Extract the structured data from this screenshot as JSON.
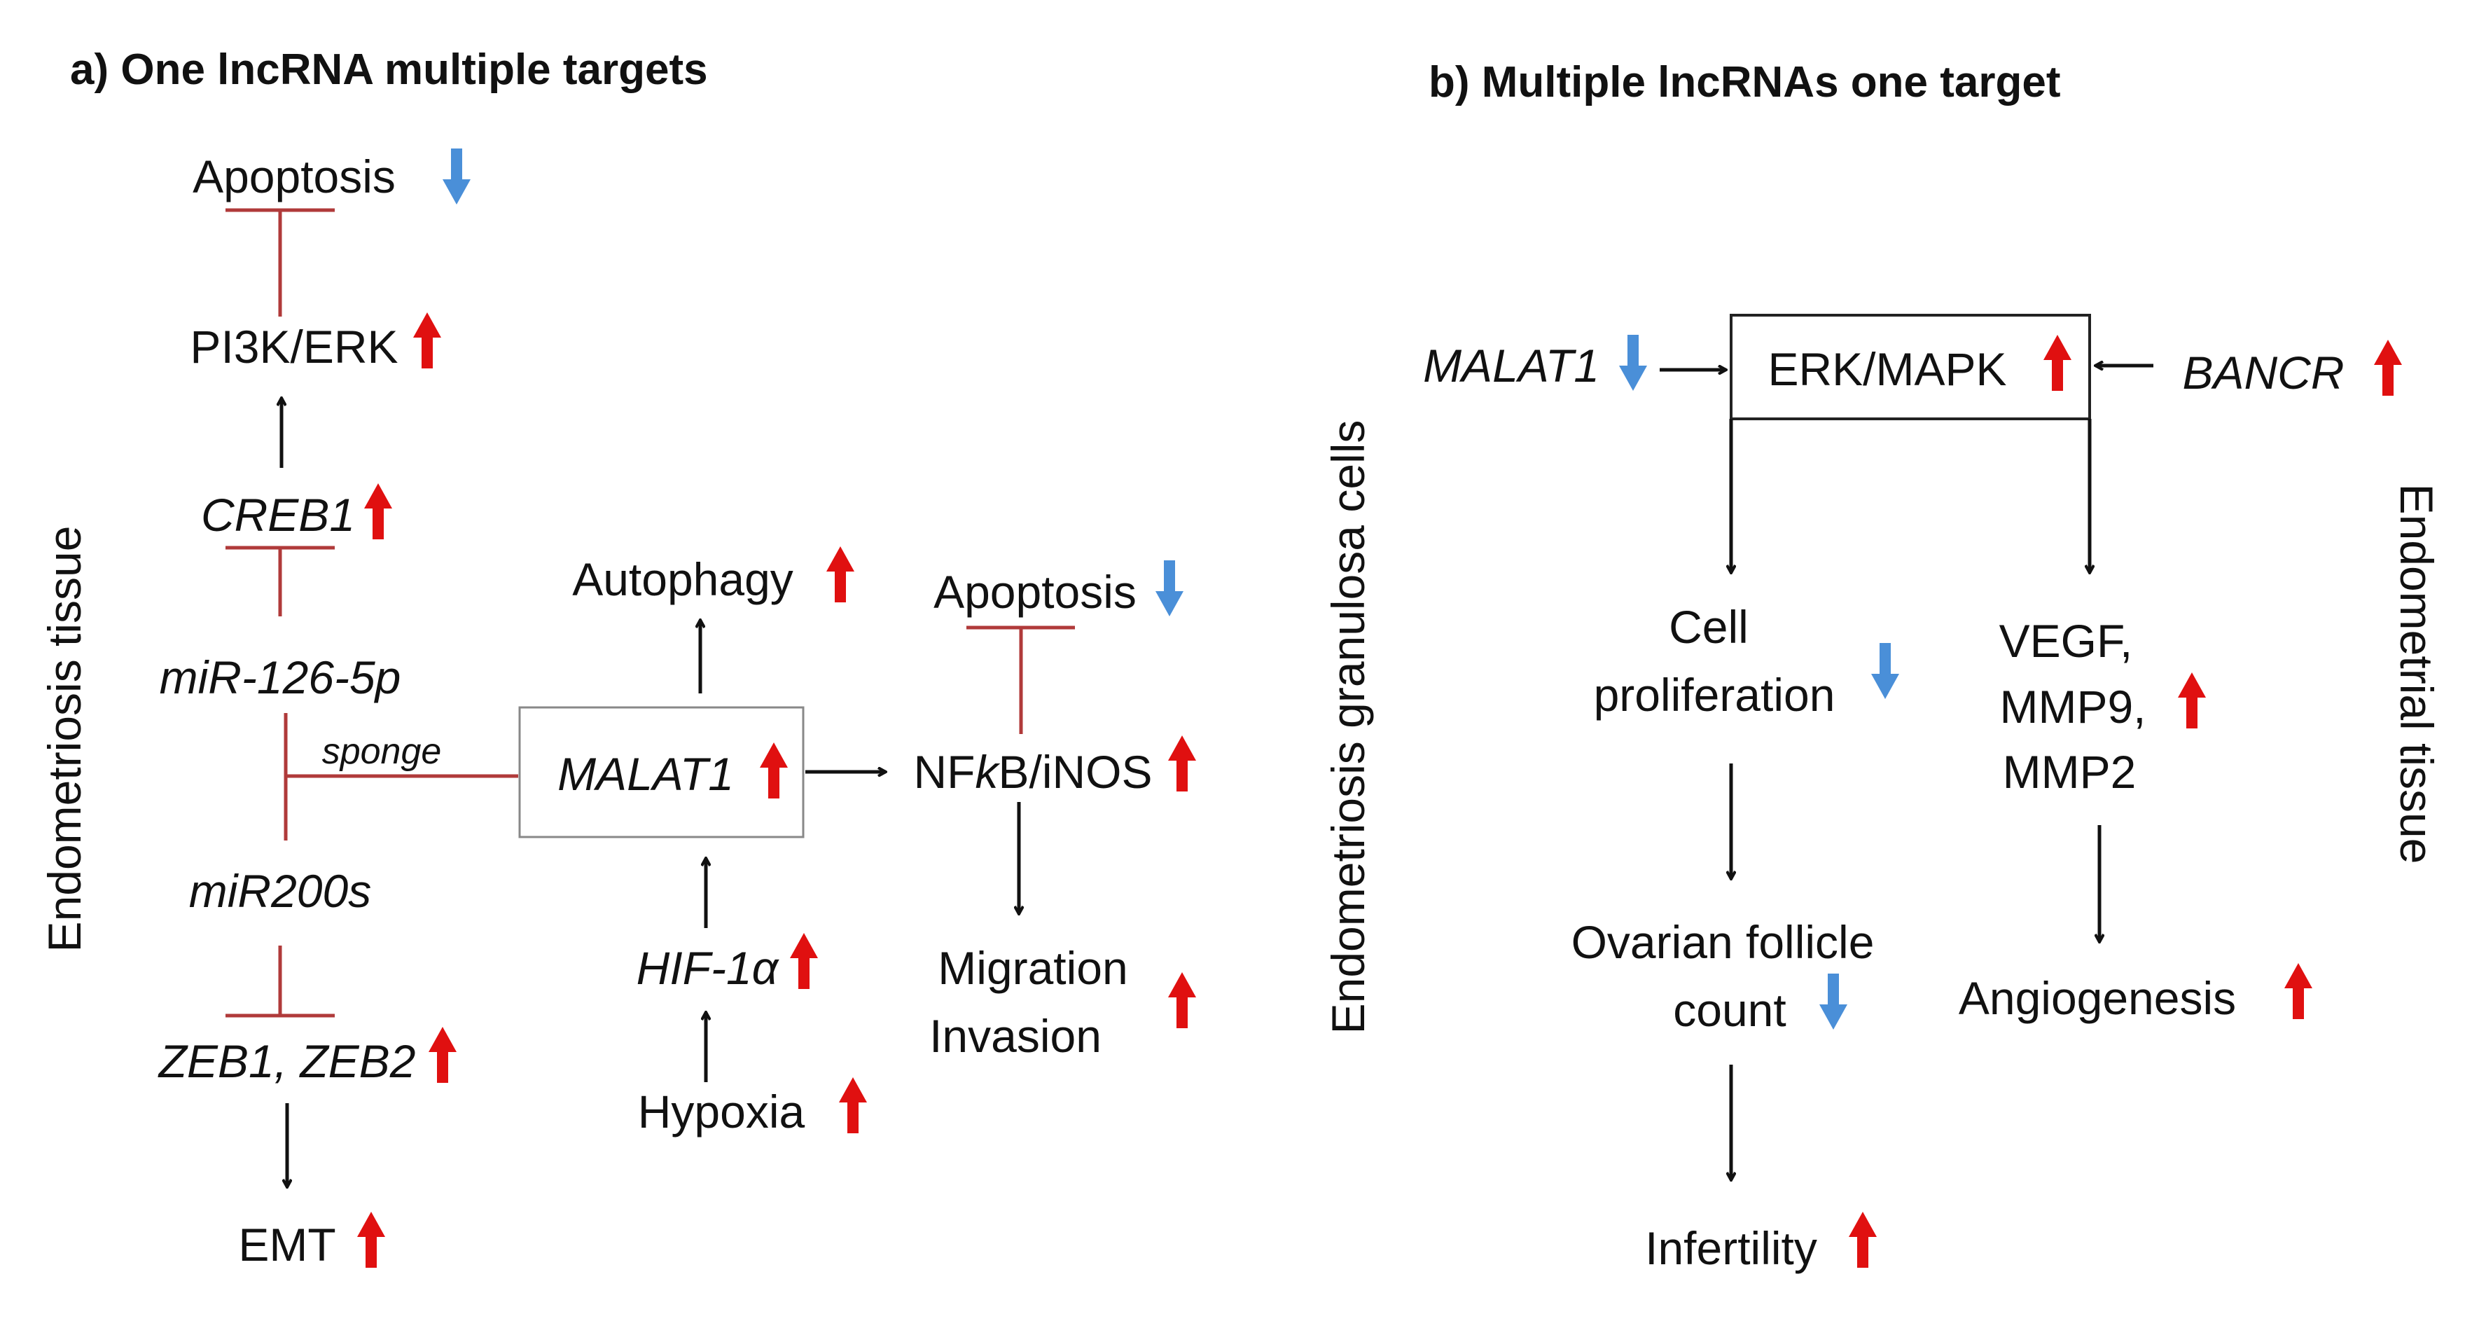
{
  "panel_a": {
    "title": "a) One lncRNA multiple targets",
    "side_label": "Endometriosis tissue",
    "nodes": {
      "apoptosis_top": "Apoptosis",
      "pi3k_erk": "PI3K/ERK",
      "creb1": "CREB1",
      "mir126": "miR-126-5p",
      "sponge": "sponge",
      "mir200s": "miR200s",
      "zeb": "ZEB1, ZEB2",
      "emt": "EMT",
      "autophagy": "Autophagy",
      "malat1": "MALAT1",
      "hif1a": "HIF-1α",
      "hypoxia": "Hypoxia",
      "apoptosis_right": "Apoptosis",
      "nfkb": "NFkB/iNOS",
      "nfkb_pre": "NF",
      "nfkb_k": "k",
      "nfkb_post": "B/iNOS",
      "migration": "Migration",
      "invasion": "Invasion"
    }
  },
  "panel_b": {
    "title": "b) Multiple lncRNAs one target",
    "side_label_left": "Endometriosis  granulosa  cells",
    "side_label_right": "Endometrial  tissue",
    "nodes": {
      "malat1": "MALAT1",
      "erk_mapk": "ERK/MAPK",
      "bancr": "BANCR",
      "cell": "Cell",
      "proliferation": "proliferation",
      "vegf": "VEGF,",
      "mmp9": "MMP9,",
      "mmp2": "MMP2",
      "ovarian": "Ovarian follicle",
      "count": "count",
      "angiogenesis": "Angiogenesis",
      "infertility": "Infertility"
    }
  },
  "indicators": {
    "up": "increase-arrow-icon",
    "down": "decrease-arrow-icon",
    "up_color": "#e01010",
    "down_color": "#4a8fd8"
  }
}
